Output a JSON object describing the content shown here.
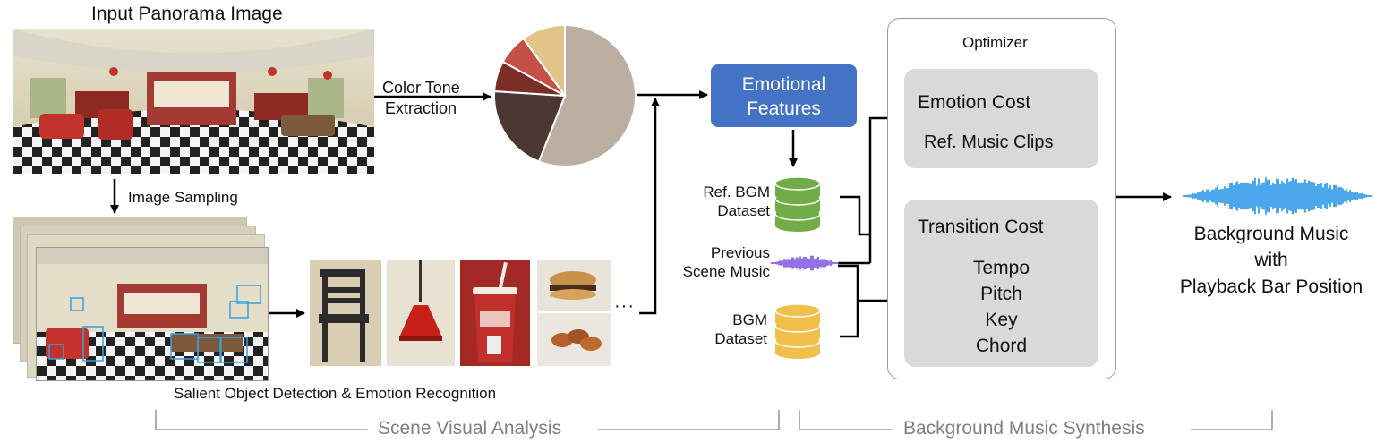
{
  "panorama": {
    "title": "Input Panorama Image"
  },
  "steps": {
    "color_tone": [
      "Color Tone",
      "Extraction"
    ],
    "image_sampling": "Image Sampling",
    "salient": "Salient Object  Detection & Emotion  Recognition",
    "ellipsis": "···"
  },
  "pie": {
    "slices": [
      {
        "fraction": 0.56,
        "color": "#bcaea1"
      },
      {
        "fraction": 0.2,
        "color": "#4b3833"
      },
      {
        "fraction": 0.07,
        "color": "#7a2e26"
      },
      {
        "fraction": 0.07,
        "color": "#c45048"
      },
      {
        "fraction": 0.1,
        "color": "#e3c387"
      }
    ]
  },
  "emotional_features": {
    "lines": [
      "Emotional",
      "Features"
    ],
    "color": "#4472c4"
  },
  "datasets": {
    "ref_bgm": [
      "Ref. BGM",
      "Dataset"
    ],
    "previous": [
      "Previous",
      "Scene Music"
    ],
    "bgm": [
      "BGM",
      "Dataset"
    ],
    "ref_color": "#70ad47",
    "bgm_color": "#f0c04a",
    "wave_color": "#7a4fe0"
  },
  "optimizer": {
    "title": "Optimizer",
    "emotion_cost": {
      "title": "Emotion Cost",
      "item": "Ref. Music Clips"
    },
    "transition_cost": {
      "title": "Transition Cost",
      "items": [
        "Tempo",
        "Pitch",
        "Key",
        "Chord"
      ]
    }
  },
  "output": {
    "lines": [
      "Background Music",
      "with",
      "Playback Bar Position"
    ],
    "wave_color": "#1f8fe8"
  },
  "sections": {
    "left": "Scene Visual Analysis",
    "right": "Background Music Synthesis"
  }
}
